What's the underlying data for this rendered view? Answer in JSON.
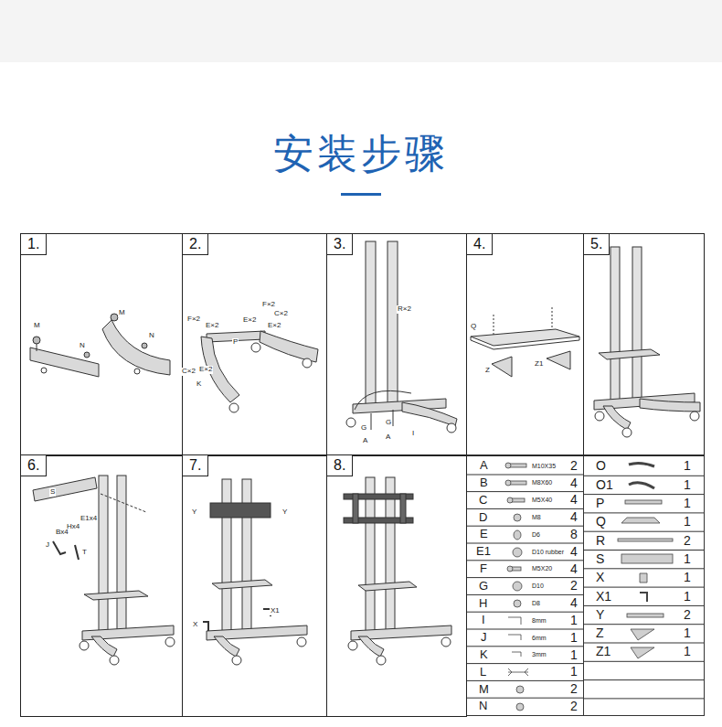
{
  "diagram": {
    "title": "安装步骤",
    "nodes": [
      {
        "text": [
          "1."
        ]
      },
      {
        "text": [
          "2."
        ]
      },
      {
        "text": [
          "3."
        ]
      },
      {
        "text": [
          "4."
        ]
      },
      {
        "text": [
          "5."
        ]
      },
      {
        "text": [
          "6."
        ]
      },
      {
        "text": [
          "7."
        ]
      },
      {
        "text": [
          "8."
        ]
      }
    ],
    "labels": [
      "M",
      "N",
      "M",
      "N",
      "F×2",
      "E×2",
      "E×2",
      "F×2",
      "C×2",
      "E×2",
      "P",
      "C×2",
      "E×2",
      "K",
      "R×2",
      "G",
      "G",
      "A",
      "A",
      "I",
      "Q",
      "Z",
      "Z1",
      "S",
      "E1x4",
      "Hx4",
      "Bx4",
      "J",
      "T",
      "Y",
      "Y",
      "X",
      "X1",
      "A",
      "M10X35",
      "2",
      "B",
      "M8X60",
      "4",
      "C",
      "M5X40",
      "4",
      "D",
      "M8",
      "4",
      "E",
      "D6",
      "8",
      "E1",
      "D10 rubber",
      "4",
      "F",
      "M5X20",
      "4",
      "G",
      "D10",
      "2",
      "H",
      "D8",
      "4",
      "I",
      "8mm",
      "1",
      "J",
      "6mm",
      "1",
      "K",
      "3mm",
      "1",
      "L",
      "1",
      "M",
      "2",
      "N",
      "2",
      "O",
      "1",
      "O1",
      "1",
      "P",
      "1",
      "Q",
      "1",
      "R",
      "2",
      "S",
      "1",
      "X",
      "1",
      "X1",
      "1",
      "Y",
      "2",
      "Z",
      "1",
      "Z1",
      "1"
    ]
  }
}
